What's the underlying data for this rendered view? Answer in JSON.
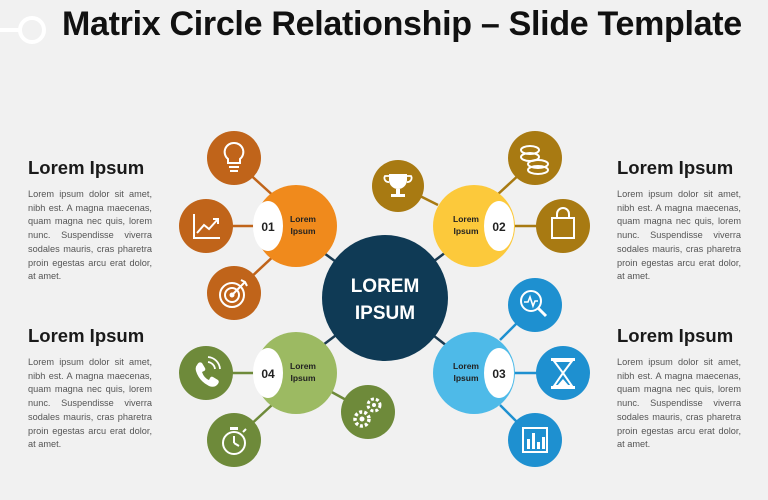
{
  "title": "Matrix Circle Relationship – Slide Template",
  "center": {
    "line1": "LOREM",
    "line2": "IPSUM",
    "color": "#0f3a55"
  },
  "blocks": [
    {
      "heading": "Lorem Ipsum",
      "body": "Lorem ipsum dolor sit amet, nibh est. A magna maecenas, quam magna nec quis, lorem nunc. Suspendisse viverra sodales mauris, cras pharetra proin egestas arcu erat dolor, at amet."
    },
    {
      "heading": "Lorem Ipsum",
      "body": "Lorem ipsum dolor sit amet, nibh est. A magna maecenas, quam magna nec quis, lorem nunc. Suspendisse viverra sodales mauris, cras pharetra proin egestas arcu erat dolor, at amet."
    },
    {
      "heading": "Lorem Ipsum",
      "body": "Lorem ipsum dolor sit amet, nibh est. A magna maecenas, quam magna nec quis, lorem nunc. Suspendisse viverra sodales mauris, cras pharetra proin egestas arcu erat dolor, at amet."
    },
    {
      "heading": "Lorem Ipsum",
      "body": "Lorem ipsum dolor sit amet, nibh est. A magna maecenas, quam magna nec quis, lorem nunc. Suspendisse viverra sodales mauris, cras pharetra proin egestas arcu erat dolor, at amet."
    }
  ],
  "nodes": [
    {
      "number": "01",
      "label_line1": "Lorem",
      "label_line2": "Ipsum",
      "color": "#f08a1c",
      "icon_color": "#c0641a",
      "icons": [
        "lightbulb-icon",
        "chart-growth-icon",
        "target-icon"
      ]
    },
    {
      "number": "02",
      "label_line1": "Lorem",
      "label_line2": "Ipsum",
      "color": "#fcc93b",
      "icon_color": "#a87a12",
      "icons": [
        "trophy-icon",
        "coins-icon",
        "shopping-bag-icon"
      ]
    },
    {
      "number": "03",
      "label_line1": "Lorem",
      "label_line2": "Ipsum",
      "color": "#4ebae8",
      "icon_color": "#1e90d0",
      "icons": [
        "search-analytics-icon",
        "hourglass-icon",
        "bar-report-icon"
      ]
    },
    {
      "number": "04",
      "label_line1": "Lorem",
      "label_line2": "Ipsum",
      "color": "#9cba62",
      "icon_color": "#6e8a3a",
      "icons": [
        "phone-icon",
        "gears-icon",
        "stopwatch-icon"
      ]
    }
  ]
}
